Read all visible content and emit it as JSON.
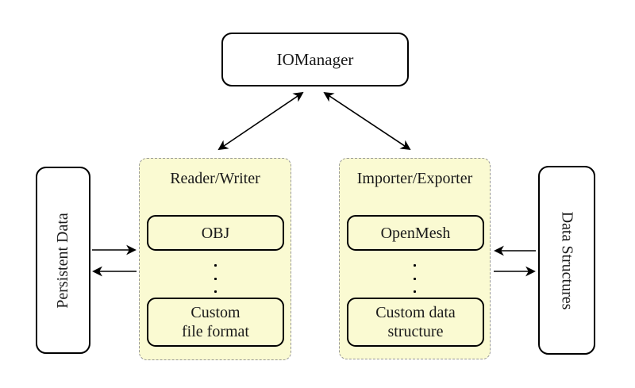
{
  "nodes": {
    "iomanager": {
      "label": "IOManager"
    },
    "persistent_data": {
      "label": "Persistent Data"
    },
    "data_structures": {
      "label": "Data Structures"
    }
  },
  "reader_writer": {
    "title": "Reader/Writer",
    "items": [
      {
        "lines": [
          "OBJ"
        ]
      },
      {
        "lines": [
          "Custom",
          "file format"
        ]
      }
    ]
  },
  "importer_exporter": {
    "title": "Importer/Exporter",
    "items": [
      {
        "lines": [
          "OpenMesh"
        ]
      },
      {
        "lines": [
          "Custom data",
          "structure"
        ]
      }
    ]
  },
  "icons": {
    "vdots": "vertical-ellipsis"
  },
  "colors": {
    "panel_fill": "#FAFAD2",
    "panel_border": "#979797",
    "node_border": "#000000",
    "arrow": "#000000",
    "background": "#FFFFFF"
  }
}
